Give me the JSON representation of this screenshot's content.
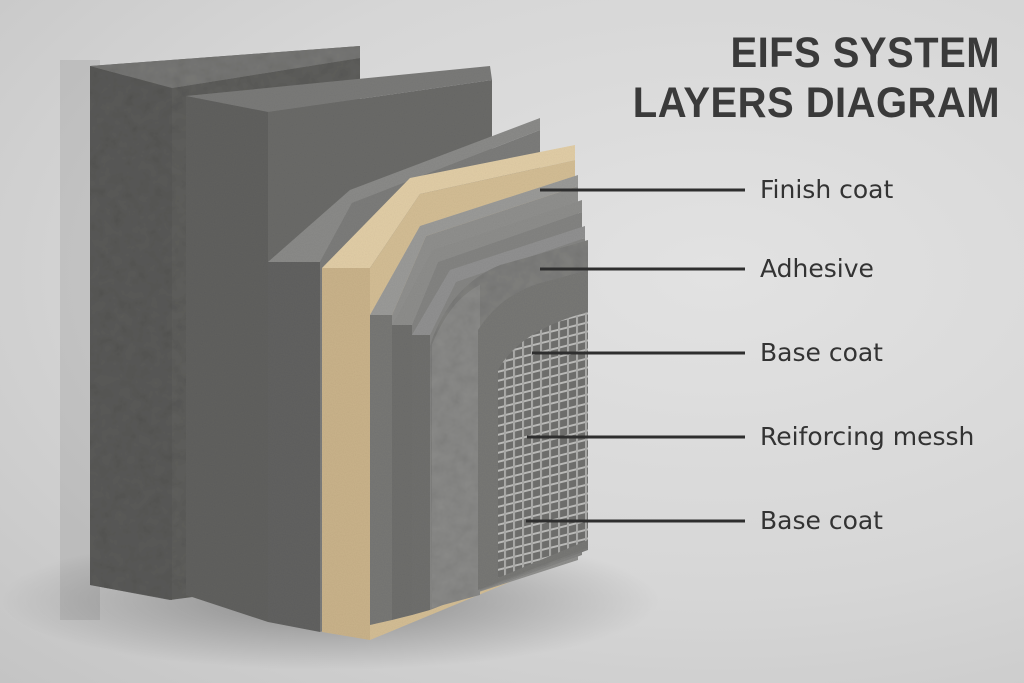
{
  "title": {
    "line1": "EIFS SYSTEM",
    "line2": "LAYERS DIAGRAM"
  },
  "callouts": [
    {
      "label": "Finish coat"
    },
    {
      "label": "Adhesive"
    },
    {
      "label": "Base coat"
    },
    {
      "label": "Reiforcing messh"
    },
    {
      "label": "Base coat"
    }
  ],
  "colors": {
    "background": "#d9d9d9",
    "substrate": "#5c5c5a",
    "board": "#626260",
    "insulation_tan": "#d8c29a",
    "coat_gray": "#8c8c8a",
    "text": "#333333",
    "leader_line": "#2e2e2e"
  }
}
